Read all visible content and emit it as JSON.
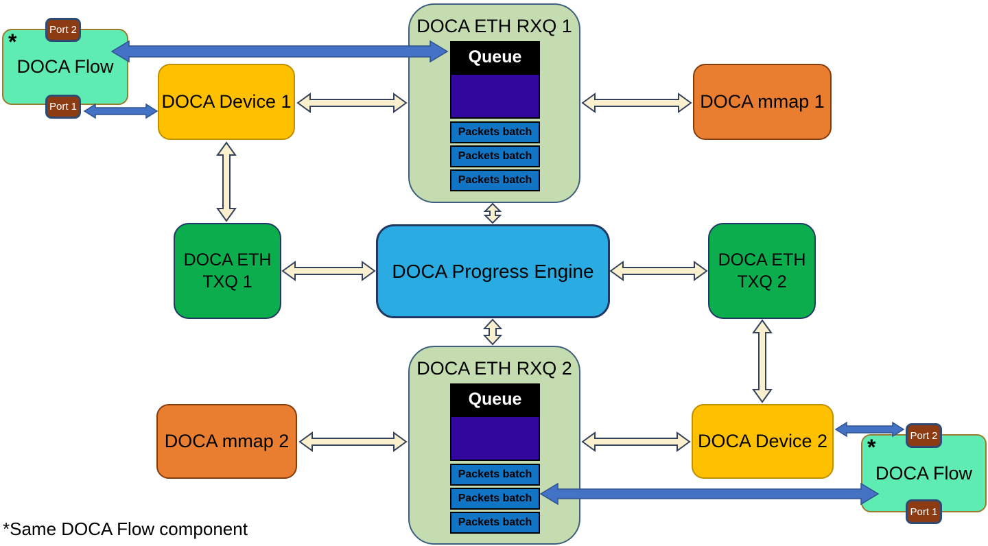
{
  "diagram": {
    "flow1": {
      "label": "DOCA Flow",
      "marker": "*",
      "ports": {
        "top": "Port 2",
        "bottom": "Port 1"
      }
    },
    "device1": {
      "label": "DOCA Device 1"
    },
    "rxq1": {
      "title": "DOCA ETH RXQ 1",
      "queue_label": "Queue",
      "batches": [
        "Packets batch",
        "Packets batch",
        "Packets batch"
      ]
    },
    "mmap1": {
      "label": "DOCA mmap 1"
    },
    "txq1": {
      "line1": "DOCA ETH",
      "line2": "TXQ 1"
    },
    "engine": {
      "label": "DOCA Progress Engine"
    },
    "txq2": {
      "line1": "DOCA ETH",
      "line2": "TXQ 2"
    },
    "mmap2": {
      "label": "DOCA mmap 2"
    },
    "rxq2": {
      "title": "DOCA ETH RXQ 2",
      "queue_label": "Queue",
      "batches": [
        "Packets batch",
        "Packets batch",
        "Packets batch"
      ]
    },
    "device2": {
      "label": "DOCA Device 2"
    },
    "flow2": {
      "label": "DOCA Flow",
      "marker": "*",
      "ports": {
        "top": "Port 2",
        "bottom": "Port 1"
      }
    },
    "footnote": "*Same DOCA Flow component"
  },
  "colors": {
    "flow_fill": "#5FECB2",
    "flow_border": "#9C7A2E",
    "port_fill": "#8C3B12",
    "port_border": "#2E4B73",
    "device_fill": "#FFC000",
    "device_border": "#BF8F00",
    "mmap_fill": "#E97E30",
    "mmap_border": "#843C0C",
    "rxq_fill": "#C4DCAF",
    "rxq_border": "#3D5F7E",
    "queue_header_fill": "#000000",
    "queue_empty_fill": "#31079E",
    "batch_fill": "#1274C5",
    "txq_fill": "#0BAD4D",
    "engine_fill": "#2AACE3",
    "dark_border": "#1F3864",
    "arrow_cream_fill": "#FBF0CE",
    "arrow_cream_border": "#33415C",
    "arrow_blue_fill": "#4472C4",
    "arrow_blue_border": "#2F528F"
  }
}
